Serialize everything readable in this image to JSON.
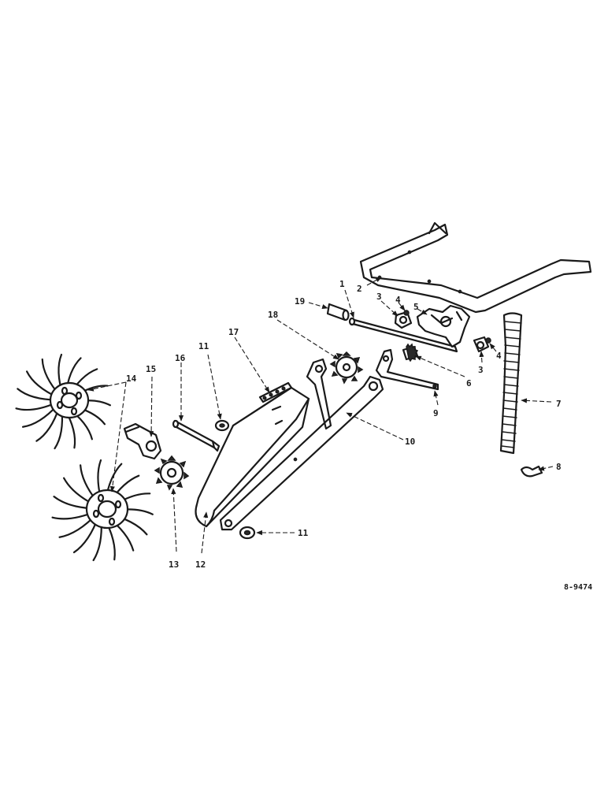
{
  "diagram": {
    "drawing_ref": "8-9474",
    "callouts": [
      {
        "id": "c1",
        "label": "1"
      },
      {
        "id": "c2",
        "label": "2"
      },
      {
        "id": "c3a",
        "label": "3"
      },
      {
        "id": "c3b",
        "label": "3"
      },
      {
        "id": "c4a",
        "label": "4"
      },
      {
        "id": "c4b",
        "label": "4"
      },
      {
        "id": "c5",
        "label": "5"
      },
      {
        "id": "c6",
        "label": "6"
      },
      {
        "id": "c7",
        "label": "7"
      },
      {
        "id": "c8",
        "label": "8"
      },
      {
        "id": "c9",
        "label": "9"
      },
      {
        "id": "c10",
        "label": "10"
      },
      {
        "id": "c11a",
        "label": "11"
      },
      {
        "id": "c11b",
        "label": "11"
      },
      {
        "id": "c12",
        "label": "12"
      },
      {
        "id": "c13",
        "label": "13"
      },
      {
        "id": "c14",
        "label": "14"
      },
      {
        "id": "c15",
        "label": "15"
      },
      {
        "id": "c16",
        "label": "16"
      },
      {
        "id": "c17",
        "label": "17"
      },
      {
        "id": "c18",
        "label": "18"
      },
      {
        "id": "c19",
        "label": "19"
      }
    ]
  }
}
